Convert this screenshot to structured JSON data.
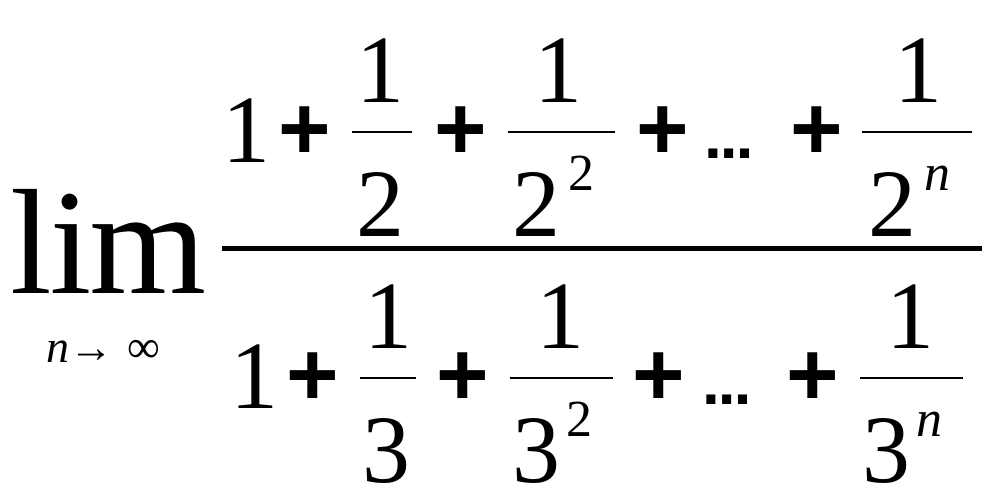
{
  "limit": {
    "operator": "lim",
    "variable": "n",
    "arrow": "→",
    "target": "∞"
  },
  "numerator": {
    "lead": "1",
    "plus": "+",
    "dots": "...",
    "terms": [
      {
        "num": "1",
        "base": "2",
        "exp": ""
      },
      {
        "num": "1",
        "base": "2",
        "exp": "2"
      },
      {
        "num": "1",
        "base": "2",
        "exp": "n"
      }
    ]
  },
  "denominator": {
    "lead": "1",
    "plus": "+",
    "dots": "...",
    "terms": [
      {
        "num": "1",
        "base": "3",
        "exp": ""
      },
      {
        "num": "1",
        "base": "3",
        "exp": "2"
      },
      {
        "num": "1",
        "base": "3",
        "exp": "n"
      }
    ]
  }
}
